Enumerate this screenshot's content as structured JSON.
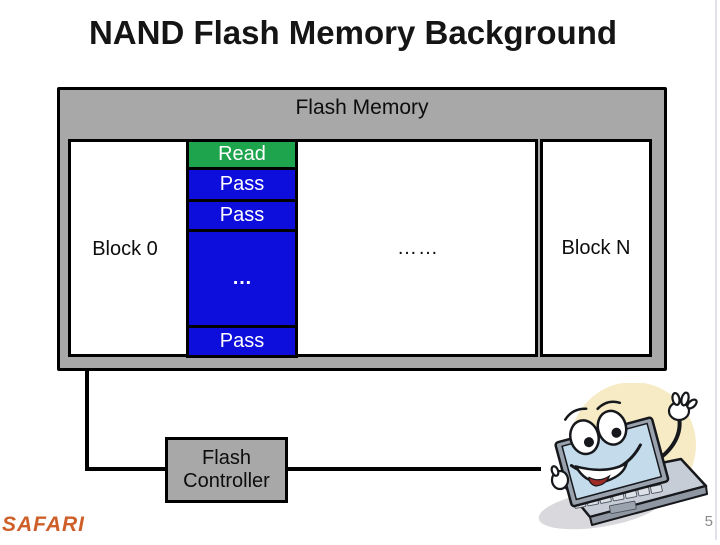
{
  "slide": {
    "title": "NAND Flash Memory Background",
    "page_number": "5",
    "logo_text": "SAFARI"
  },
  "flash_memory": {
    "label": "Flash Memory",
    "block0": {
      "label": "Block 0"
    },
    "blockN": {
      "label": "Block N"
    },
    "between_blocks_dots": "……",
    "wordlines": [
      {
        "label": "Read",
        "type": "read"
      },
      {
        "label": "Pass",
        "type": "pass"
      },
      {
        "label": "Pass",
        "type": "pass"
      },
      {
        "label": "…",
        "type": "pass"
      },
      {
        "label": "Pass",
        "type": "pass"
      }
    ]
  },
  "controller": {
    "line1": "Flash",
    "line2": "Controller"
  },
  "icons": {
    "mascot": "waving-laptop-cartoon-clipart"
  },
  "colors": {
    "container_gray": "#A8A8A8",
    "read_green": "#1EA44C",
    "pass_blue": "#0E0EDC",
    "logo_orange": "#CE5F28",
    "mascot_circle_yellow": "#F6EBC5",
    "mascot_screen_blue": "#C3DBEA"
  }
}
